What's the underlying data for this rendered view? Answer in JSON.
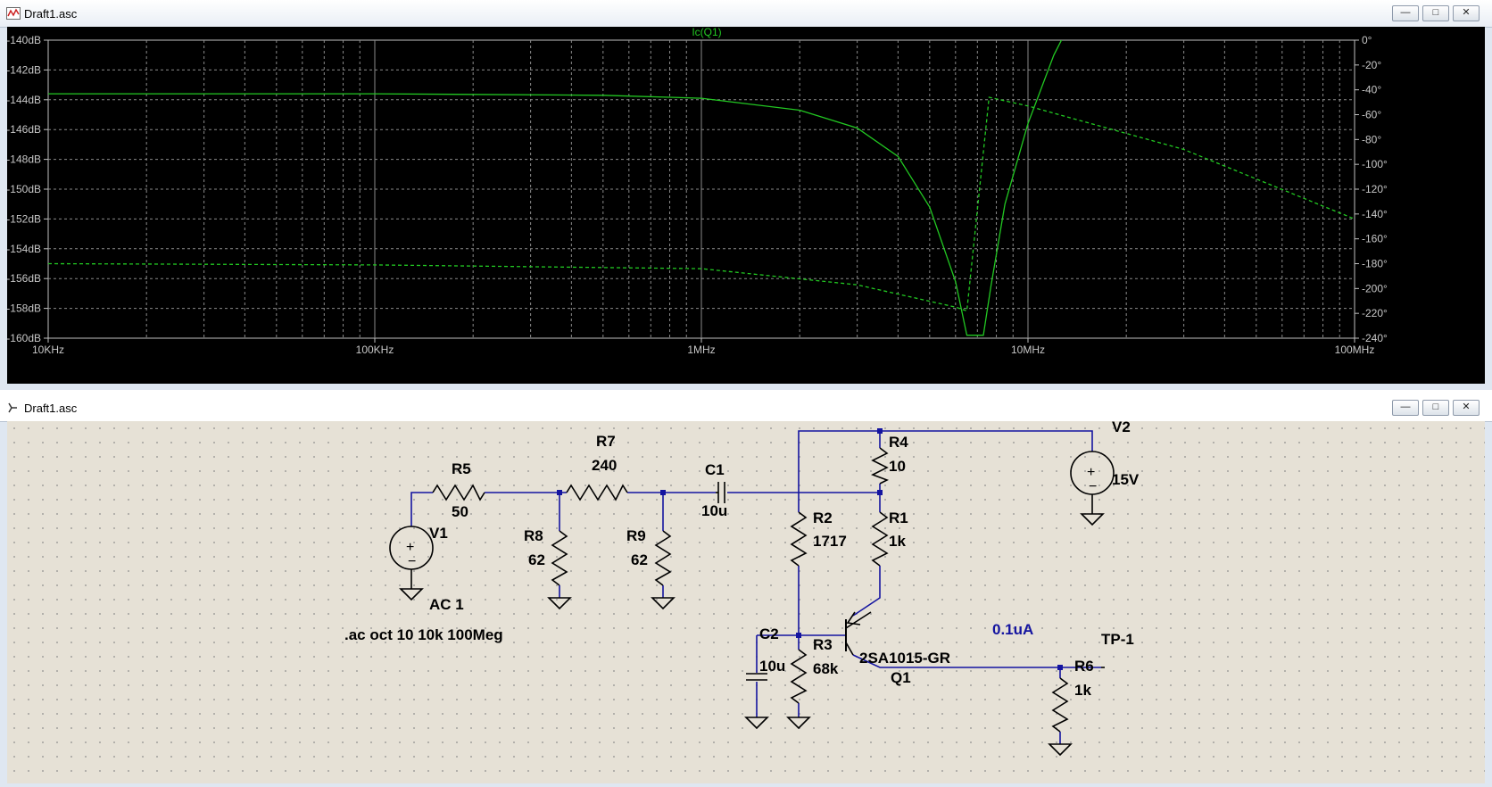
{
  "plot_window": {
    "title": "Draft1.asc",
    "buttons": [
      "—",
      "□",
      "✕"
    ]
  },
  "schematic_window": {
    "title": "Draft1.asc",
    "buttons": [
      "—",
      "□",
      "✕"
    ]
  },
  "chart_data": {
    "type": "line",
    "title": "Ic(Q1)",
    "x_scale": "log",
    "xlim": [
      10000,
      100000000
    ],
    "x_tick_labels": [
      "10KHz",
      "100KHz",
      "1MHz",
      "10MHz",
      "100MHz"
    ],
    "ylim": [
      -160,
      -140
    ],
    "y_tick_labels": [
      "-140dB",
      "-142dB",
      "-144dB",
      "-146dB",
      "-148dB",
      "-150dB",
      "-152dB",
      "-154dB",
      "-156dB",
      "-158dB",
      "-160dB"
    ],
    "y2lim": [
      -240,
      0
    ],
    "y2_tick_labels": [
      "0°",
      "-20°",
      "-40°",
      "-60°",
      "-80°",
      "-100°",
      "-120°",
      "-140°",
      "-160°",
      "-180°",
      "-200°",
      "-220°",
      "-240°"
    ],
    "grid": true,
    "trace_color": "#22c822",
    "series": [
      {
        "kind": "magnitude_dB",
        "style": "solid",
        "points": [
          [
            10000,
            -143.6
          ],
          [
            100000,
            -143.6
          ],
          [
            500000,
            -143.7
          ],
          [
            1000000,
            -143.9
          ],
          [
            2000000,
            -144.7
          ],
          [
            3000000,
            -145.9
          ],
          [
            4000000,
            -147.8
          ],
          [
            5000000,
            -151.2
          ],
          [
            6000000,
            -156.2
          ],
          [
            6500000,
            -159.8
          ],
          [
            7300000,
            -159.8
          ],
          [
            7700000,
            -156.5
          ],
          [
            8500000,
            -151.0
          ],
          [
            10000000,
            -145.6
          ],
          [
            12000000,
            -141.0
          ],
          [
            13000000,
            -139.5
          ]
        ]
      },
      {
        "kind": "phase_deg",
        "style": "dashed",
        "points": [
          [
            10000,
            -180
          ],
          [
            100000,
            -181
          ],
          [
            1000000,
            -184
          ],
          [
            3000000,
            -197
          ],
          [
            6000000,
            -215
          ],
          [
            6500000,
            -218
          ],
          [
            7600000,
            -46
          ],
          [
            10000000,
            -53
          ],
          [
            30000000,
            -88
          ],
          [
            100000000,
            -144
          ]
        ]
      }
    ]
  },
  "schematic": {
    "parts": {
      "R5": {
        "name": "R5",
        "value": "50"
      },
      "R7": {
        "name": "R7",
        "value": "240"
      },
      "C1": {
        "name": "C1",
        "value": "10u"
      },
      "R4": {
        "name": "R4",
        "value": "10"
      },
      "R1": {
        "name": "R1",
        "value": "1k"
      },
      "R2": {
        "name": "R2",
        "value": "1717"
      },
      "R8": {
        "name": "R8",
        "value": "62"
      },
      "R9": {
        "name": "R9",
        "value": "62"
      },
      "C2": {
        "name": "C2",
        "value": "10u"
      },
      "R3": {
        "name": "R3",
        "value": "68k"
      },
      "R6": {
        "name": "R6",
        "value": "1k"
      },
      "V1": {
        "name": "V1",
        "value": "AC 1"
      },
      "V2": {
        "name": "V2",
        "value": "15V"
      },
      "Q1": {
        "name": "Q1",
        "value": "2SA1015-GR"
      }
    },
    "directive": ".ac oct 10 10k 100Meg",
    "probe_current": "0.1uA",
    "net_label": "TP-1"
  }
}
